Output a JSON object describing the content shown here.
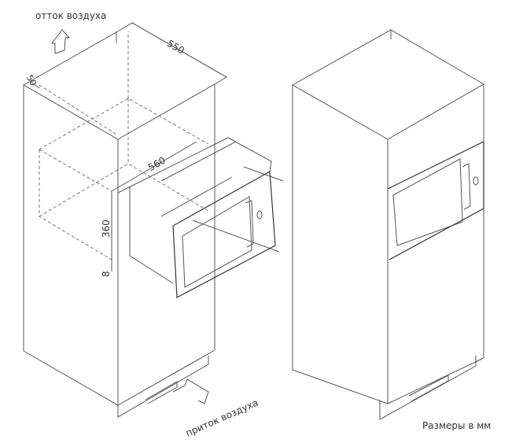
{
  "labels": {
    "air_out": "отток воздуха",
    "air_in": "приток воздуха",
    "units_note": "Размеры в мм"
  },
  "dimensions": {
    "depth": "550",
    "gap_top": "50",
    "niche_width": "560",
    "niche_height": "360",
    "gap_bottom": "8"
  }
}
